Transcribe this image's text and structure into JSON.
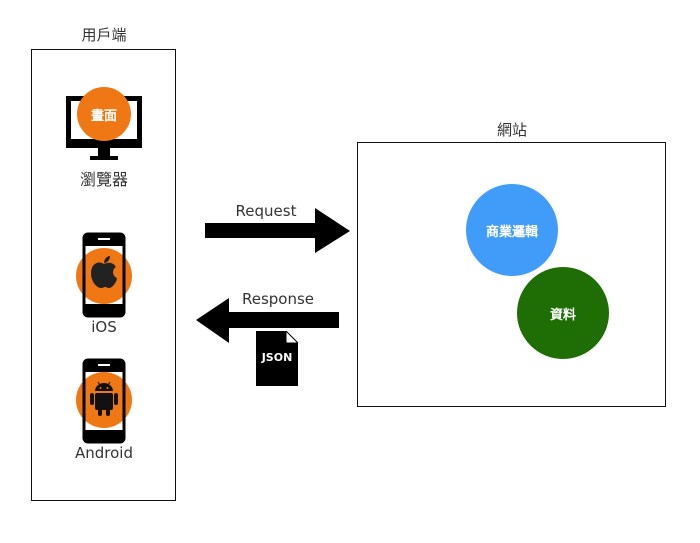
{
  "client": {
    "title": "用戶端",
    "browser": {
      "badge": "畫面",
      "label": "瀏覽器"
    },
    "ios": {
      "label": "iOS"
    },
    "android": {
      "label": "Android"
    }
  },
  "arrows": {
    "request_label": "Request",
    "response_label": "Response",
    "payload_label": "JSON"
  },
  "website": {
    "title": "網站",
    "logic": "商業邏輯",
    "data": "資料"
  },
  "colors": {
    "orange": "#F07814",
    "blue": "#409CF8",
    "green": "#1E6E05",
    "black": "#000000"
  }
}
